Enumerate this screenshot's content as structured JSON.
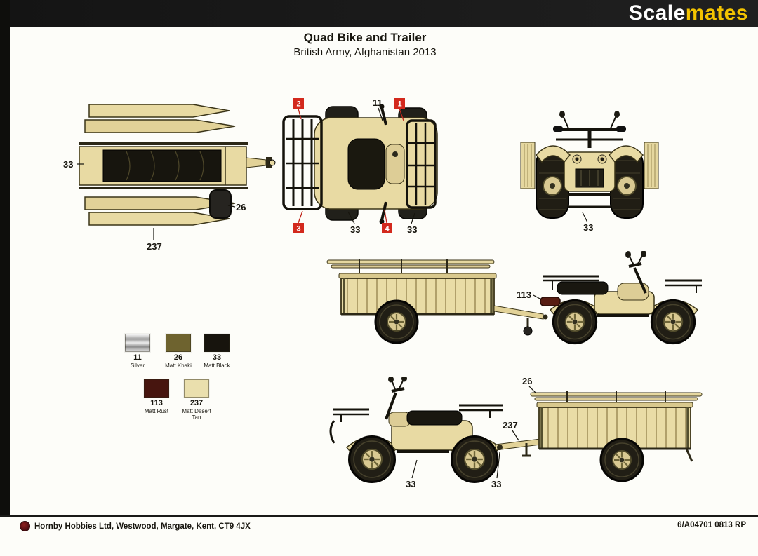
{
  "colors": {
    "callout_box": "#d3291d",
    "bar": "#181818",
    "tan": "#e8daa3",
    "black_part": "#17140d"
  },
  "header": {
    "logo_scale": "Scale",
    "logo_mates": "mates",
    "logo_scale_color": "#ffffff",
    "logo_mates_color": "#f3c300"
  },
  "title": "Quad Bike and Trailer",
  "subtitle": "British Army, Afghanistan 2013",
  "callouts": {
    "trailer_top": {
      "rails": "33",
      "tyre": "26",
      "hull": "237"
    },
    "quad_top": {
      "box_1": "1",
      "box_2": "2",
      "box_3": "3",
      "box_4": "4",
      "handlebar": "11",
      "wheel_left": "33",
      "wheel_right": "33"
    },
    "quad_front": {
      "tyres": "33"
    },
    "side_upper": {
      "exhaust": "113"
    },
    "side_lower": {
      "pole": "26",
      "drawbar": "237",
      "quad_frame": "33",
      "hitch": "33"
    }
  },
  "paint_chart": [
    {
      "code": "11",
      "name": "Silver",
      "hex": "#c7c7c7"
    },
    {
      "code": "26",
      "name": "Matt Khaki",
      "hex": "#6e632f"
    },
    {
      "code": "33",
      "name": "Matt Black",
      "hex": "#17140d"
    },
    {
      "code": "113",
      "name": "Matt Rust",
      "hex": "#47150f"
    },
    {
      "code": "237",
      "name": "Matt Desert Tan",
      "hex": "#eadfad"
    }
  ],
  "footer": {
    "publisher": "Hornby Hobbies Ltd, Westwood, Margate, Kent, CT9 4JX",
    "reference": "6/A04701 0813 RP"
  }
}
